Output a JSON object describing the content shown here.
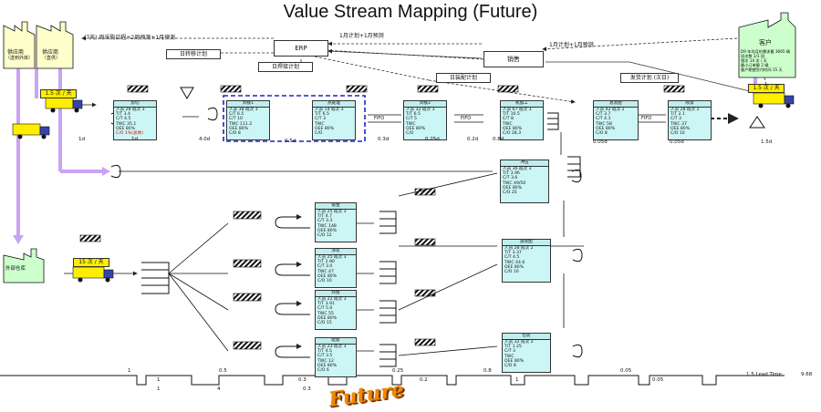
{
  "title": "Value Stream Mapping (Future)",
  "supplier_left_name": "供应商",
  "supplier_left_sub": "（送到外库）",
  "supplier_right_name": "供应商",
  "supplier_right_sub": "（直供）",
  "customer_name": "客户",
  "customer_info": [
    "D9 年均月份需求量 3665 辆",
    "班次数 1/1 班",
    "频次 14 次 / 天",
    "最小订单量 2 辆",
    "客户期望交付时间 15 天"
  ],
  "erp_label": "ERP",
  "sales_label": "销售",
  "warehouse_label": "外部仓库",
  "info_flows": {
    "weekly_plan": "(7天) 周采购日程+2周预测+1月预测",
    "month_plan_a": "1月计划+1月预测",
    "month_plan_b": "1月计划+1月预测",
    "daily_turnover": "日转移计划",
    "daily_weld": "日焊接计划",
    "daily_assembly": "日装配计划",
    "shipping_plan": "发货计划 (次日)"
  },
  "truck_in_label": "1.5 次 / 天",
  "truck_out_label": "1.5 次 / 天",
  "truck_mid_label": "15 次 / 天",
  "fifo_label": "FIFO",
  "processes": [
    {
      "name": "剪切",
      "lines": [
        "人员 28   班次 3",
        "T/T 3.4",
        "C/T 4.5",
        "TWC 35.1",
        "OEE 80%",
        "C/O 1%(总体)"
      ]
    },
    {
      "name": "焊接1",
      "lines": [
        "人员 38   班次 3",
        "C/T 6.5",
        "C/T 10",
        "TWC 111.2",
        "OEE 80%",
        "C/O 8"
      ]
    },
    {
      "name": "热处理",
      "lines": [
        "人员 14   班次 3",
        "T/T 6.5",
        "C/T 3",
        "TWC",
        "OEE 80%",
        "C/O"
      ]
    },
    {
      "name": "焊接2",
      "lines": [
        "人员 32   班次 3",
        "T/T 6.5",
        "C/T 5",
        "TWC",
        "OEE 80%",
        "C/O"
      ]
    },
    {
      "name": "机加工",
      "lines": [
        "人员 67   班次 3",
        "T/T 10.5",
        "C/T 8",
        "TWC",
        "OEE 80%",
        "C/O 28.3"
      ]
    },
    {
      "name": "总装配",
      "lines": [
        "人员 42   班次 2",
        "C/T 3.7",
        "C/T 4.3",
        "TWC 58",
        "OEE 80%",
        "C/O 8"
      ]
    },
    {
      "name": "喷漆",
      "lines": [
        "人员 28   班次 2",
        "T/T 2.1",
        "C/T 3",
        "TWC 37",
        "OEE 80%",
        "C/O 10"
      ]
    },
    {
      "name": "冲压",
      "lines": [
        "人员 36   班次 3",
        "T/T 3.96",
        "C/T 3.6",
        "TWC 49/50",
        "OEE 80%",
        "C/O 25"
      ]
    },
    {
      "name": "钣金",
      "lines": [
        "人员 25   班次 3",
        "T/T 4.7",
        "C/T 3.3",
        "TWC 148",
        "OEE 80%",
        "C/O 12"
      ]
    },
    {
      "name": "涂装",
      "lines": [
        "人员 25   班次 3",
        "T/T 2.90",
        "C/T 3.0",
        "TWC 47",
        "OEE 80%",
        "C/O 10"
      ]
    },
    {
      "name": "部装配",
      "lines": [
        "人员 28   班次 2",
        "T/T 3.37",
        "C/T 4.5",
        "TWC 44.6",
        "OEE 80%",
        "C/O 10"
      ]
    },
    {
      "name": "焊接",
      "lines": [
        "人员 22   班次 3",
        "T/T 3.91",
        "C/T 5.0",
        "TWC 55",
        "OEE 80%",
        "C/O 15"
      ]
    },
    {
      "name": "配套",
      "lines": [
        "人员 23   班次 3",
        "T/T 4.5",
        "C/T 3.5",
        "TWC 12",
        "OEE 80%",
        "C/O 6"
      ]
    },
    {
      "name": "包装",
      "lines": [
        "人员 32   班次 2",
        "T/T 1.25",
        "C/T 3",
        "TWC",
        "OEE 80%",
        "C/O 8"
      ]
    }
  ],
  "inventory_days": [
    "1d",
    "1d",
    "4.0d",
    "0.5d",
    "0.3d",
    "0.25d",
    "0.2d",
    "0.8d",
    "0.05d",
    "0.05d",
    "1.5d"
  ],
  "timeline_top": [
    "1",
    "1",
    "0.5",
    "0.3",
    "0.25",
    "0.2",
    "0.8",
    "1",
    "0.05",
    "0.05"
  ],
  "timeline_bottom": [
    "1",
    "4",
    "0.3"
  ],
  "lead_time_label": "1.5  Lead Time",
  "lead_time_value": "9.68",
  "stamp_text": "Future"
}
